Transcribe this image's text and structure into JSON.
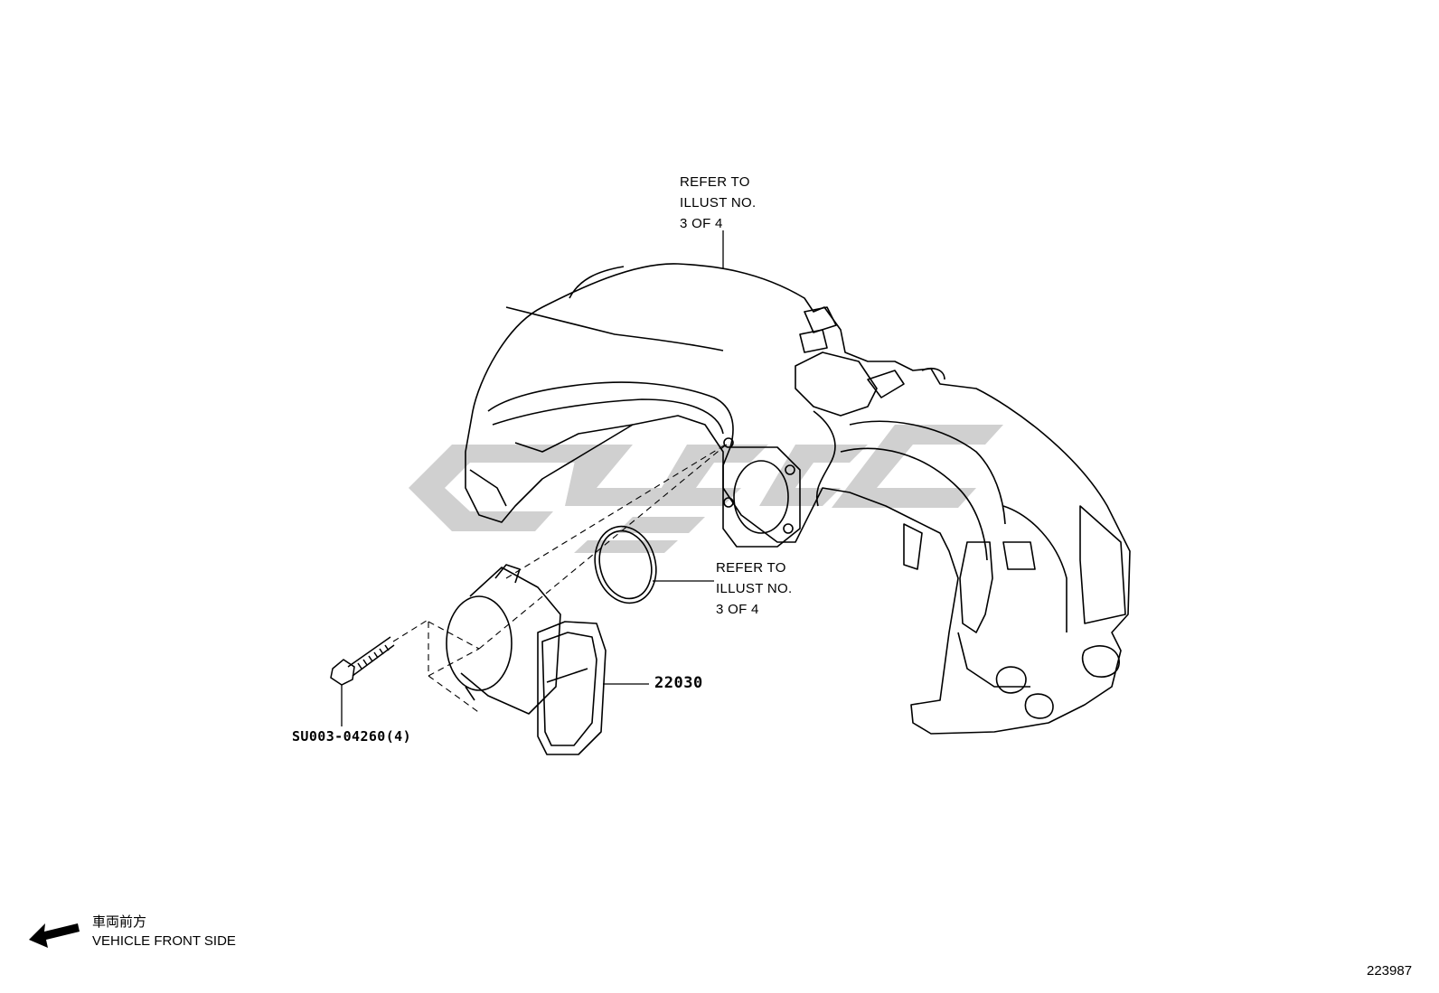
{
  "callouts": {
    "manifold_ref": [
      "REFER TO",
      "ILLUST NO.",
      "3 OF 4"
    ],
    "gasket_ref": [
      "REFER TO",
      "ILLUST NO.",
      "3 OF 4"
    ],
    "throttle_body_part": "22030",
    "bolt_part": "SU003-04260(4)"
  },
  "legend": {
    "japanese": "車両前方",
    "english": "VEHICLE FRONT SIDE"
  },
  "illustration_number": "223987",
  "colors": {
    "line": "#000000",
    "watermark": "#c8c8c8",
    "background": "#ffffff"
  }
}
